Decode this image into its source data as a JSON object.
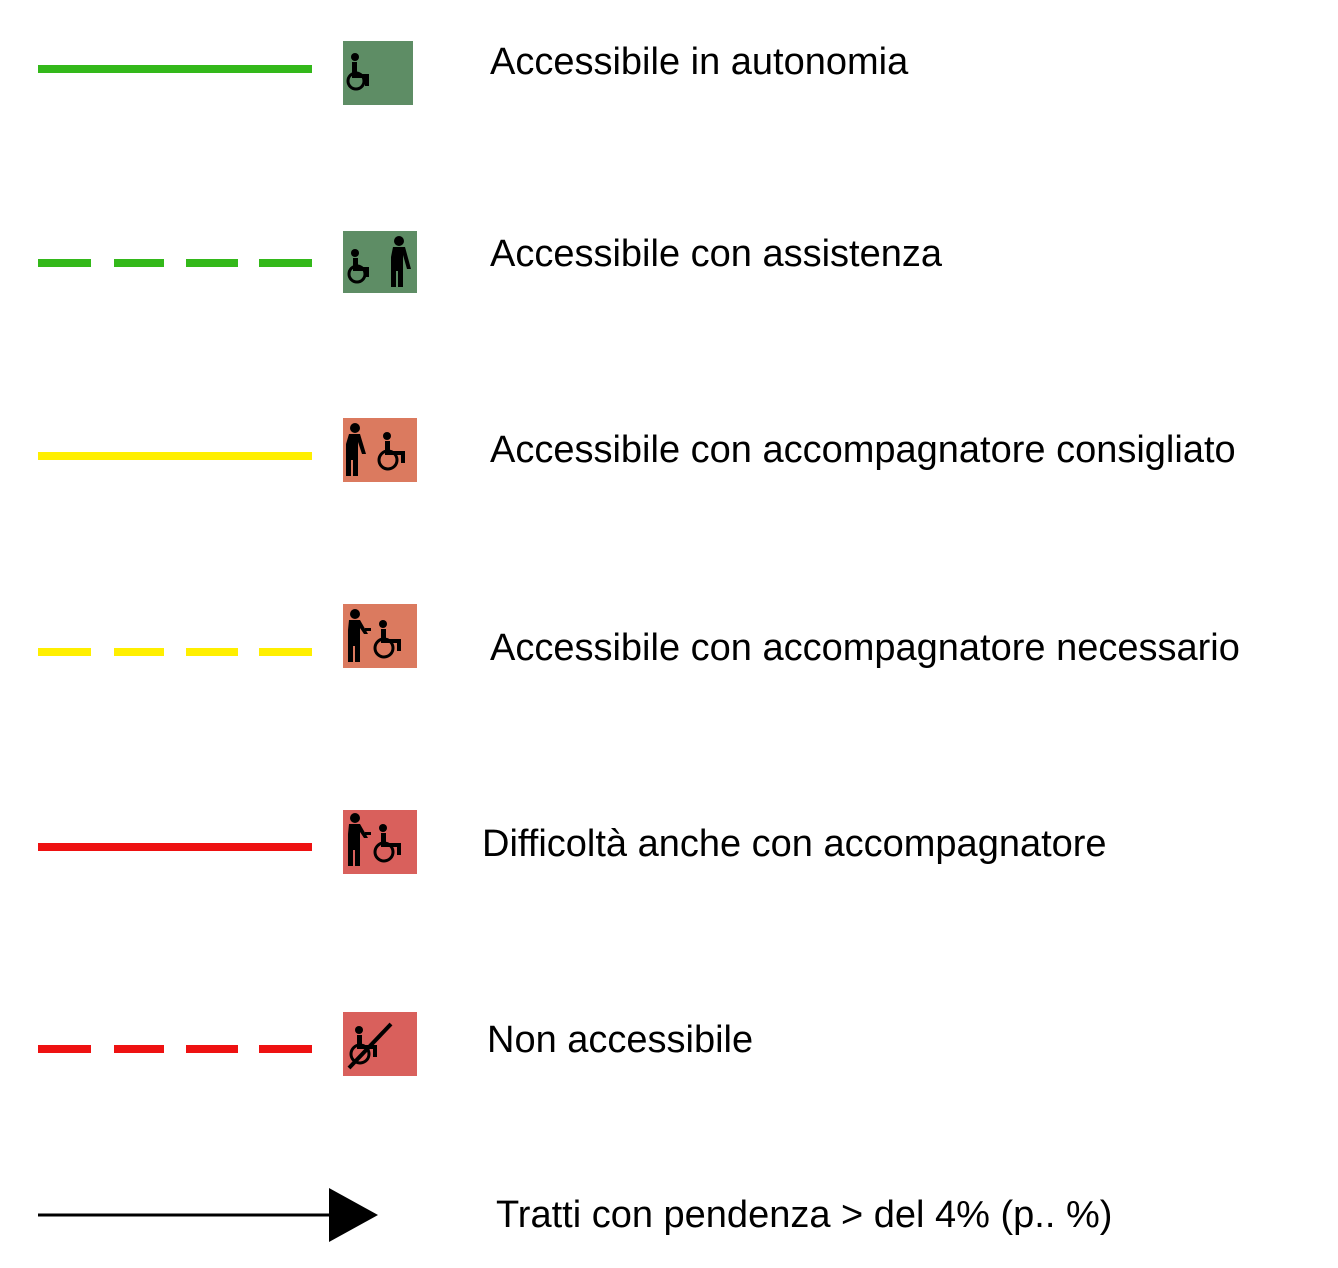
{
  "legend": {
    "items": [
      {
        "label": "Accessibile in autonomia",
        "line_color": "#33b81a",
        "line_style": "solid",
        "badge_color": "#5e8d65",
        "icon": "wheelchair-icon"
      },
      {
        "label": "Accessibile con assistenza",
        "line_color": "#33b81a",
        "line_style": "dashed",
        "badge_color": "#5e8d65",
        "icon": "wheelchair-with-walker-icon"
      },
      {
        "label": "Accessibile con accompagnatore consigliato",
        "line_color": "#ffef00",
        "line_style": "solid",
        "badge_color": "#db7a5f",
        "icon": "walker-with-wheelchair-icon"
      },
      {
        "label": "Accessibile con accompagnatore necessario",
        "line_color": "#ffef00",
        "line_style": "dashed",
        "badge_color": "#db7a5f",
        "icon": "pusher-with-wheelchair-icon"
      },
      {
        "label": "Difficoltà anche con accompagnatore",
        "line_color": "#ee1111",
        "line_style": "solid",
        "badge_color": "#d9605c",
        "icon": "pusher-with-wheelchair-icon"
      },
      {
        "label": "Non accessibile",
        "line_color": "#ee1111",
        "line_style": "dashed",
        "badge_color": "#d9605c",
        "icon": "crossed-wheelchair-icon"
      }
    ],
    "slope": {
      "label": "Tratti con pendenza > del 4% (p.. %)",
      "icon": "arrow-right-icon"
    }
  }
}
